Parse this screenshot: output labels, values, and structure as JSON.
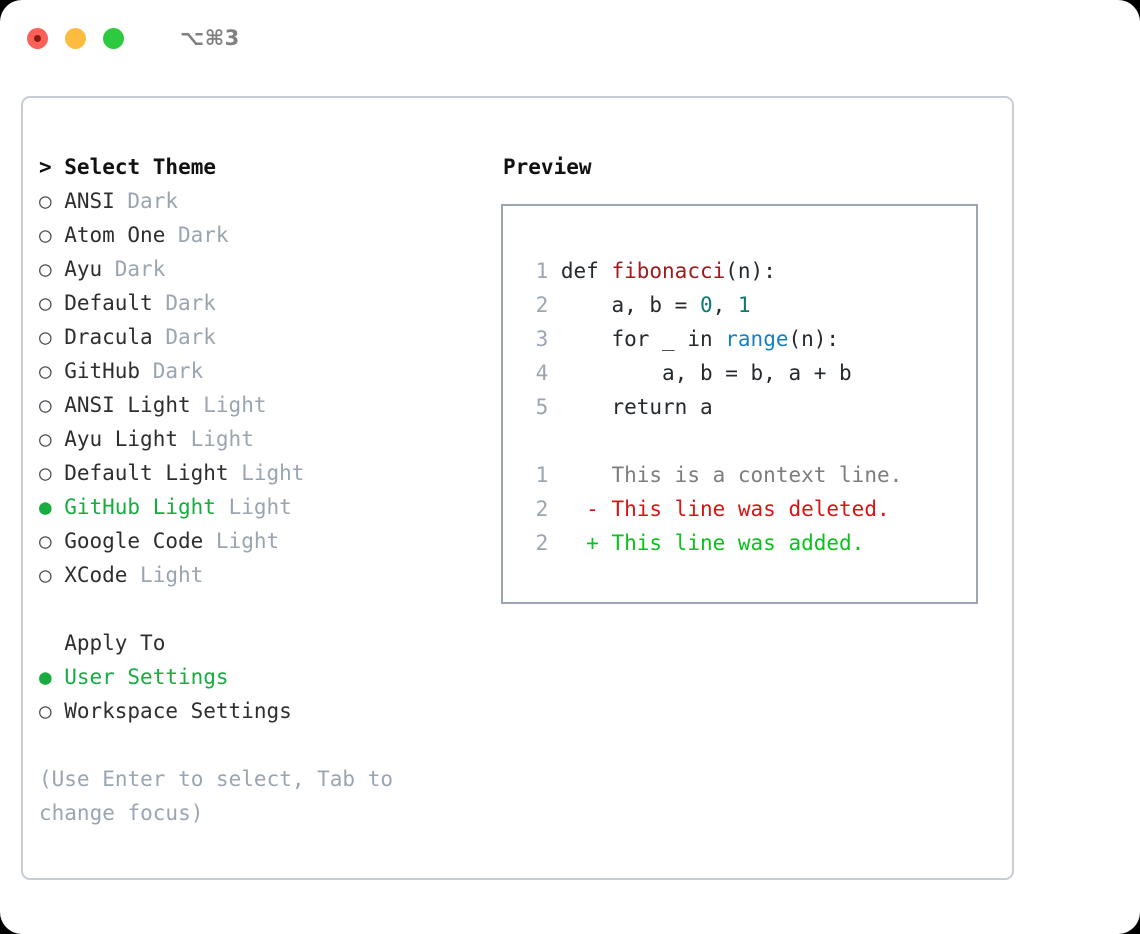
{
  "titlebar": {
    "shortcut": "⌥⌘3",
    "lights": [
      "close-red",
      "minimize-yellow",
      "maximize-green"
    ]
  },
  "theme_list": {
    "header": "> Select Theme",
    "selected_marker": "●",
    "unselected_marker": "○",
    "items": [
      {
        "name": "ANSI",
        "tag": "Dark",
        "selected": false
      },
      {
        "name": "Atom One",
        "tag": "Dark",
        "selected": false
      },
      {
        "name": "Ayu",
        "tag": "Dark",
        "selected": false
      },
      {
        "name": "Default",
        "tag": "Dark",
        "selected": false
      },
      {
        "name": "Dracula",
        "tag": "Dark",
        "selected": false
      },
      {
        "name": "GitHub",
        "tag": "Dark",
        "selected": false
      },
      {
        "name": "ANSI Light",
        "tag": "Light",
        "selected": false
      },
      {
        "name": "Ayu Light",
        "tag": "Light",
        "selected": false
      },
      {
        "name": "Default Light",
        "tag": "Light",
        "selected": false
      },
      {
        "name": "GitHub Light",
        "tag": "Light",
        "selected": true
      },
      {
        "name": "Google Code",
        "tag": "Light",
        "selected": false
      },
      {
        "name": "XCode",
        "tag": "Light",
        "selected": false
      }
    ]
  },
  "apply_to": {
    "header": "Apply To",
    "items": [
      {
        "name": "User Settings",
        "selected": true
      },
      {
        "name": "Workspace Settings",
        "selected": false
      }
    ]
  },
  "hint": "(Use Enter to select, Tab to change focus)",
  "preview": {
    "title": "Preview",
    "code": [
      {
        "ln": "1",
        "parts": [
          {
            "t": "def ",
            "c": "plain"
          },
          {
            "t": "fibonacci",
            "c": "fn"
          },
          {
            "t": "(n):",
            "c": "plain"
          }
        ]
      },
      {
        "ln": "2",
        "parts": [
          {
            "t": "    a, b = ",
            "c": "plain"
          },
          {
            "t": "0",
            "c": "num"
          },
          {
            "t": ", ",
            "c": "plain"
          },
          {
            "t": "1",
            "c": "num"
          }
        ]
      },
      {
        "ln": "3",
        "parts": [
          {
            "t": "    for _ in ",
            "c": "plain"
          },
          {
            "t": "range",
            "c": "call"
          },
          {
            "t": "(n):",
            "c": "plain"
          }
        ]
      },
      {
        "ln": "4",
        "parts": [
          {
            "t": "        a, b = b, a + b",
            "c": "plain"
          }
        ]
      },
      {
        "ln": "5",
        "parts": [
          {
            "t": "    return a",
            "c": "plain"
          }
        ]
      }
    ],
    "diff": [
      {
        "ln": "1",
        "marker": " ",
        "text": "This is a context line.",
        "kind": "ctx"
      },
      {
        "ln": "2",
        "marker": "-",
        "text": "This line was deleted.",
        "kind": "del"
      },
      {
        "ln": "2",
        "marker": "+",
        "text": "This line was added.",
        "kind": "add"
      }
    ]
  },
  "colors": {
    "accent_green": "#17ac3f",
    "diff_add": "#0ac21c",
    "diff_del": "#d81414",
    "muted": "#9aa5b1",
    "fn_red": "#a01b1b",
    "num_teal": "#0b7a72",
    "call_blue": "#1a7fc1"
  }
}
